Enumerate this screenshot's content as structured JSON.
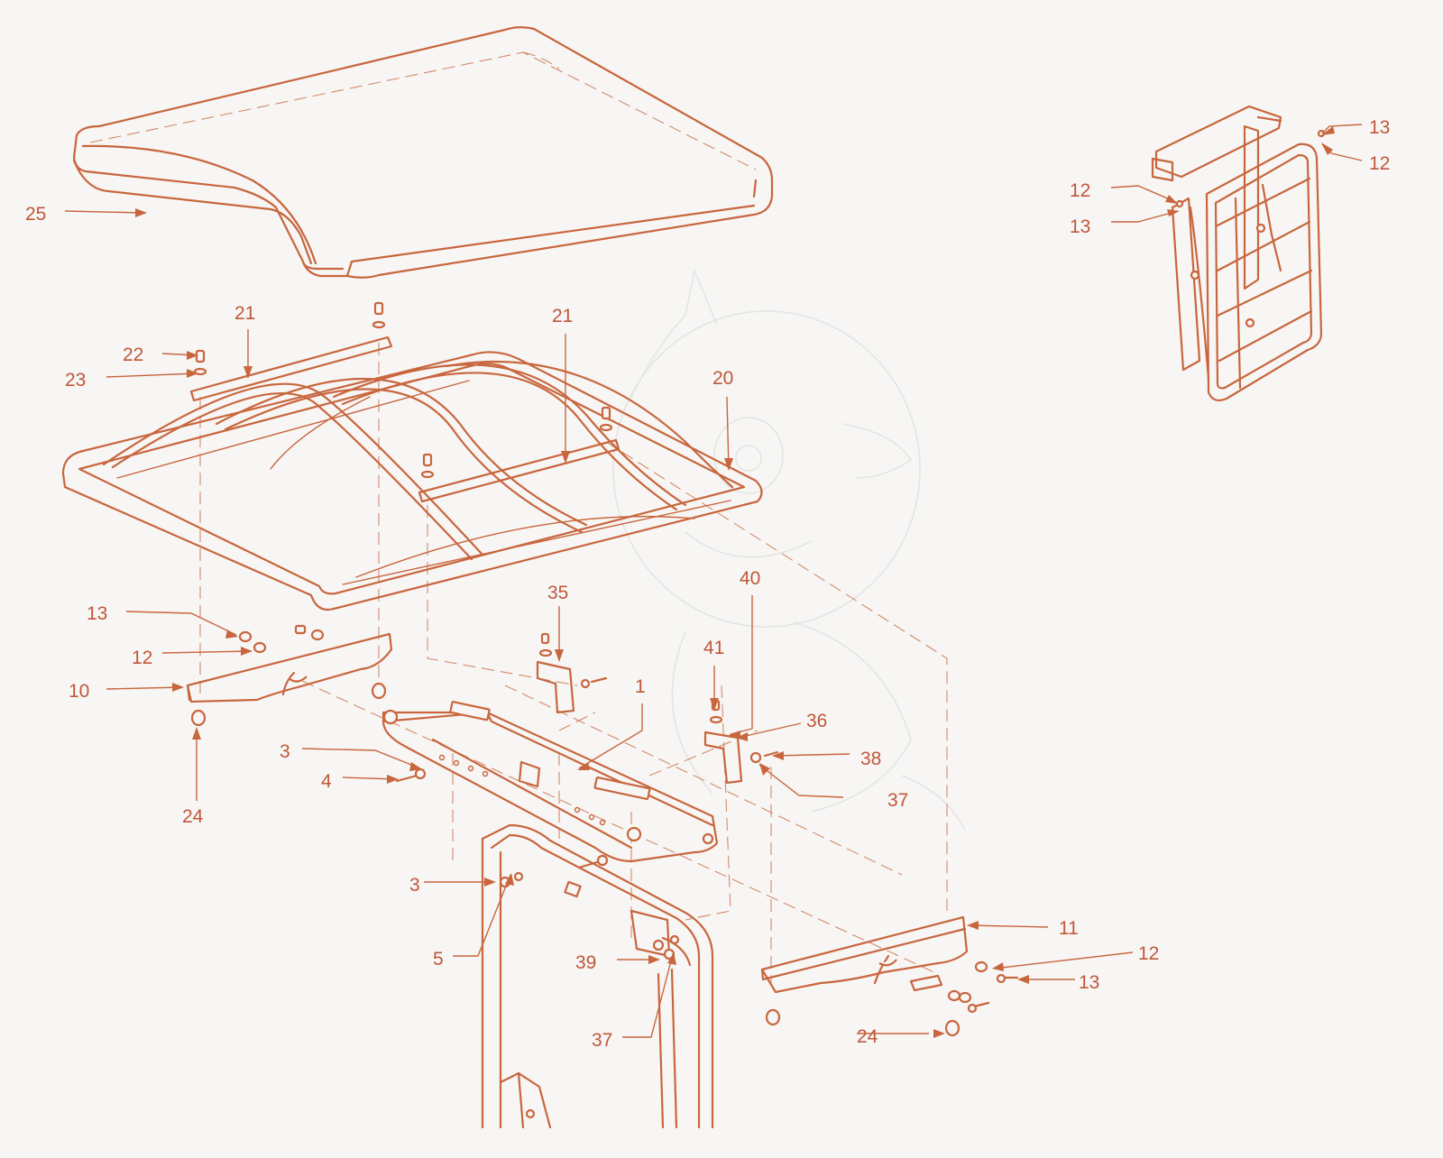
{
  "colors": {
    "line": "#c8663e",
    "callout_text": "#c0573a",
    "background": "#f7f6f4"
  },
  "callouts": [
    {
      "id": "c25",
      "text": "25"
    },
    {
      "id": "c21a",
      "text": "21"
    },
    {
      "id": "c21b",
      "text": "21"
    },
    {
      "id": "c22",
      "text": "22"
    },
    {
      "id": "c23",
      "text": "23"
    },
    {
      "id": "c20",
      "text": "20"
    },
    {
      "id": "c13a",
      "text": "13"
    },
    {
      "id": "c12a",
      "text": "12"
    },
    {
      "id": "c10",
      "text": "10"
    },
    {
      "id": "c24a",
      "text": "24"
    },
    {
      "id": "c35",
      "text": "35"
    },
    {
      "id": "c40",
      "text": "40"
    },
    {
      "id": "c41",
      "text": "41"
    },
    {
      "id": "c1",
      "text": "1"
    },
    {
      "id": "c36",
      "text": "36"
    },
    {
      "id": "c38",
      "text": "38"
    },
    {
      "id": "c37a",
      "text": "37"
    },
    {
      "id": "c3a",
      "text": "3"
    },
    {
      "id": "c4",
      "text": "4"
    },
    {
      "id": "c3b",
      "text": "3"
    },
    {
      "id": "c5",
      "text": "5"
    },
    {
      "id": "c39",
      "text": "39"
    },
    {
      "id": "c37b",
      "text": "37"
    },
    {
      "id": "c11",
      "text": "11"
    },
    {
      "id": "c12b",
      "text": "12"
    },
    {
      "id": "c13b",
      "text": "13"
    },
    {
      "id": "c24b",
      "text": "24"
    },
    {
      "id": "c13c",
      "text": "13"
    },
    {
      "id": "c12c",
      "text": "12"
    },
    {
      "id": "c12d",
      "text": "12"
    },
    {
      "id": "c13d",
      "text": "13"
    }
  ]
}
